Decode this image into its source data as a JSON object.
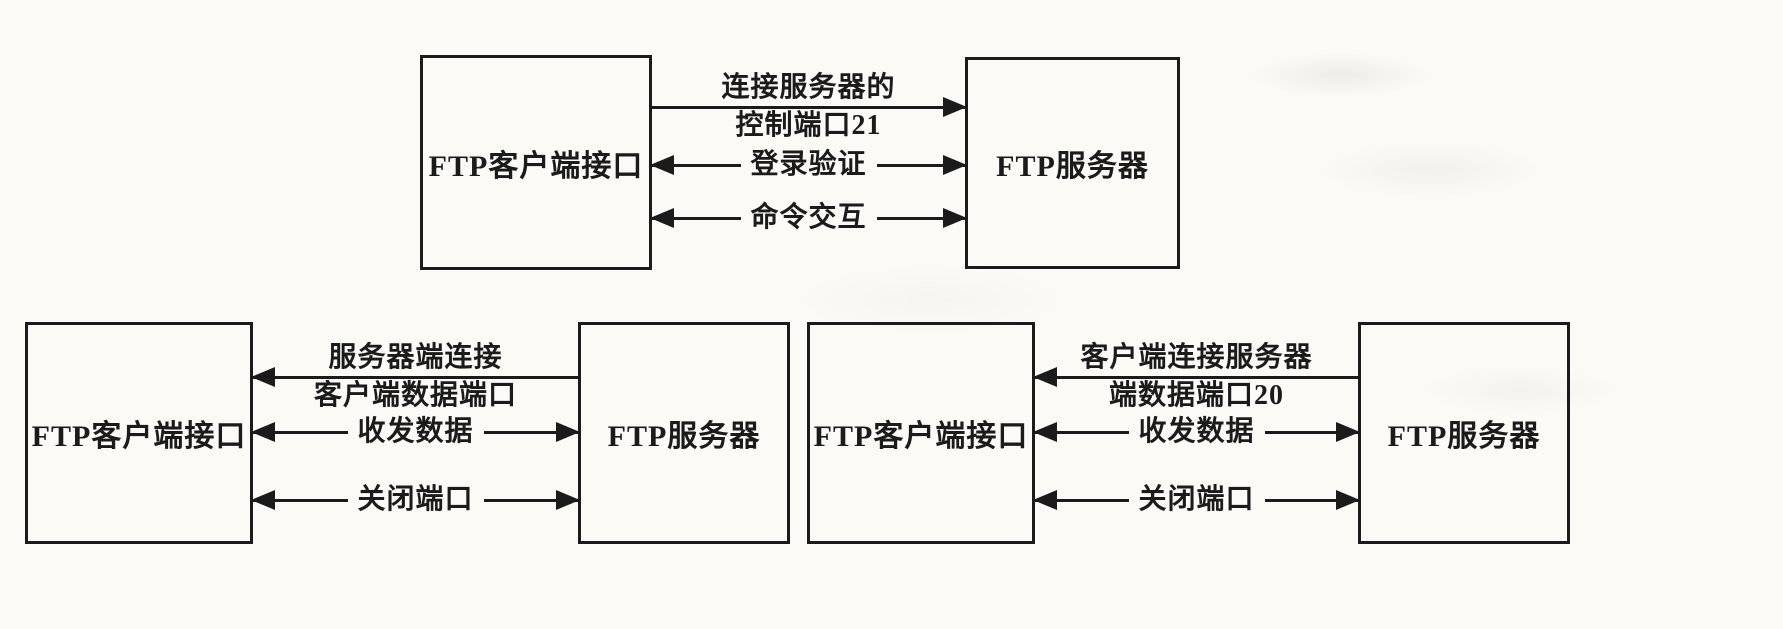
{
  "page": {
    "background": "#fbfaf6",
    "ink": "#1b1b1b"
  },
  "diagrams": [
    {
      "left_box": "FTP客户端接口",
      "right_box": "FTP服务器",
      "arrows": [
        {
          "direction": "right",
          "line1": "连接服务器的",
          "line2": "控制端口21"
        },
        {
          "direction": "both",
          "label": "登录验证"
        },
        {
          "direction": "both",
          "label": "命令交互"
        }
      ]
    },
    {
      "left_box": "FTP客户端接口",
      "right_box": "FTP服务器",
      "arrows": [
        {
          "direction": "left",
          "line1": "服务器端连接",
          "line2": "客户端数据端口"
        },
        {
          "direction": "both",
          "label": "收发数据"
        },
        {
          "direction": "both",
          "label": "关闭端口"
        }
      ]
    },
    {
      "left_box": "FTP客户端接口",
      "right_box": "FTP服务器",
      "arrows": [
        {
          "direction": "left",
          "line1": "客户端连接服务器",
          "line2": "端数据端口20"
        },
        {
          "direction": "both",
          "label": "收发数据"
        },
        {
          "direction": "both",
          "label": "关闭端口"
        }
      ]
    }
  ]
}
